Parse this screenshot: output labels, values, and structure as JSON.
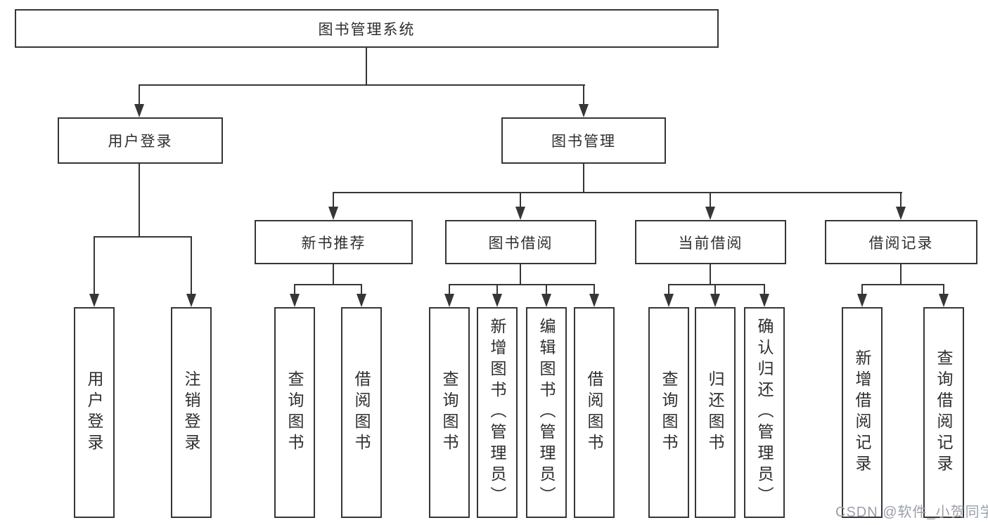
{
  "tree": {
    "label": "图书管理系统",
    "children": [
      {
        "label": "用户登录",
        "children": [
          {
            "label": "用户登录"
          },
          {
            "label": "注销登录"
          }
        ]
      },
      {
        "label": "图书管理",
        "children": [
          {
            "label": "新书推荐",
            "children": [
              {
                "label": "查询图书"
              },
              {
                "label": "借阅图书"
              }
            ]
          },
          {
            "label": "图书借阅",
            "children": [
              {
                "label": "查询图书"
              },
              {
                "label": "新增图书（管理员）"
              },
              {
                "label": "编辑图书（管理员）"
              },
              {
                "label": "借阅图书"
              }
            ]
          },
          {
            "label": "当前借阅",
            "children": [
              {
                "label": "查询图书"
              },
              {
                "label": "归还图书"
              },
              {
                "label": "确认归还（管理员）"
              }
            ]
          },
          {
            "label": "借阅记录",
            "children": [
              {
                "label": "新增借阅记录"
              },
              {
                "label": "查询借阅记录"
              }
            ]
          }
        ]
      }
    ]
  },
  "watermark": {
    "text": "CSDN @软件_小贺同学"
  },
  "colors": {
    "line": "#363636",
    "text": "#2e2e2e",
    "watermark": "#9aa0a8",
    "background": "#ffffff"
  }
}
